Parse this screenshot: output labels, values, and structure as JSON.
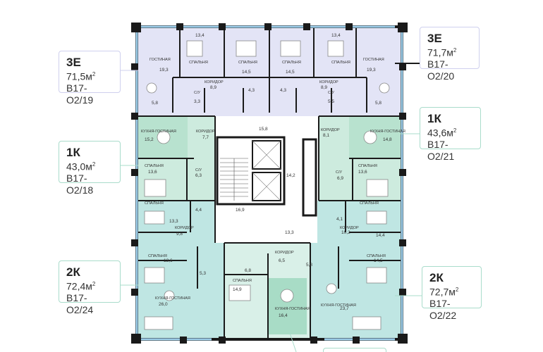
{
  "apartments": [
    {
      "id": "left-3e",
      "type": "3Е",
      "area": "71,5",
      "unit": "м",
      "code": "В17-О2/19",
      "color": "lavender"
    },
    {
      "id": "right-3e",
      "type": "3Е",
      "area": "71,7",
      "unit": "м",
      "code": "В17-О2/20",
      "color": "lavender"
    },
    {
      "id": "right-1k",
      "type": "1К",
      "area": "43,6",
      "unit": "м",
      "code": "В17-О2/21",
      "color": "green"
    },
    {
      "id": "left-1k",
      "type": "1К",
      "area": "43,0",
      "unit": "м",
      "code": "В17-О2/18",
      "color": "green"
    },
    {
      "id": "left-2k",
      "type": "2К",
      "area": "72,4",
      "unit": "м",
      "code": "В17-О2/24",
      "color": "teal"
    },
    {
      "id": "right-2k",
      "type": "2К",
      "area": "72,7",
      "unit": "м",
      "code": "В17-О2/22",
      "color": "teal"
    }
  ],
  "rooms": {
    "living1": "ГОСТИНАЯ",
    "bed1": "СПАЛЬНЯ",
    "bed2": "СПАЛЬНЯ",
    "bed3": "СПАЛЬНЯ",
    "bed4": "СПАЛЬНЯ",
    "living2": "ГОСТИНАЯ",
    "corr_tl": "КОРИДОР",
    "corr_tr": "КОРИДОР",
    "wc1": "С/У",
    "wc2": "С/У",
    "kitchen_l": "КУХНЯ-ГОСТИНАЯ",
    "kitchen_r": "КУХНЯ-ГОСТИНАЯ",
    "corr_l1k": "КОРИДОР",
    "corr_r1k": "КОРИДОР",
    "bed_l1k": "СПАЛЬНЯ",
    "bed_r1k": "СПАЛЬНЯ",
    "wc_l1k": "С/У",
    "wc_r1k": "С/У",
    "bed_l2k_a": "СПАЛЬНЯ",
    "corr_l2k": "КОРИДОР",
    "bed_l2k_b": "СПАЛЬНЯ",
    "kitchen_l2k": "КУХНЯ-ГОСТИНАЯ",
    "bed_r2k_a": "СПАЛЬНЯ",
    "corr_r2k": "КОРИДОР",
    "bed_r2k_b": "СПАЛЬНЯ",
    "kitchen_r2k": "КУХНЯ-ГОСТИНАЯ",
    "bed_c": "СПАЛЬНЯ",
    "kitchen_c": "КУХНЯ-ГОСТИНАЯ",
    "corr_c": "КОРИДОР"
  },
  "areas": {
    "living1": "19,3",
    "bed1": "13,4",
    "bed2": "14,5",
    "bed3": "14,5",
    "bed4": "13,4",
    "living2": "19,3",
    "k1": "5,8",
    "wc1": "3,3",
    "corr1": "8,9",
    "wc2": "4,3",
    "wc3": "4,3",
    "corr2": "8,9",
    "wc4": "5,5",
    "k2": "5,8",
    "hall": "15,8",
    "kitchen_l": "15,2",
    "corr_l": "7,7",
    "corr_r": "8,1",
    "kitchen_r": "14,8",
    "lift": "14,2",
    "bed_l1k": "13,6",
    "wc_l1k": "6,3",
    "wc_r1k": "6,9",
    "bed_r1k": "13,6",
    "stair": "16,9",
    "wc_l2k": "4,4",
    "bed_l2k_a": "13,3",
    "corr_l2k": "9,8",
    "hall2": "13,3",
    "wc_r2k": "4,1",
    "corr_r2k": "10,2",
    "bed_r2k_a": "14,4",
    "bed_l2k_b": "13,6",
    "corr_c": "6,5",
    "wc_c": "5,3",
    "wc_c2": "6,8",
    "wc_c3": "5,8",
    "bed_r2k_b": "14,5",
    "kitchen_l2k": "26,0",
    "bed_c": "14,9",
    "kitchen_c": "16,4",
    "kitchen_r2k": "23,7"
  },
  "colors": {
    "lavender": "#e3e4f6",
    "green": "#cdebde",
    "teal": "#bfe6e3",
    "mint": "#d9f0e8",
    "wall": "#1a1a1a",
    "window": "#9fd0ec",
    "card_border": "#a9dccb"
  }
}
